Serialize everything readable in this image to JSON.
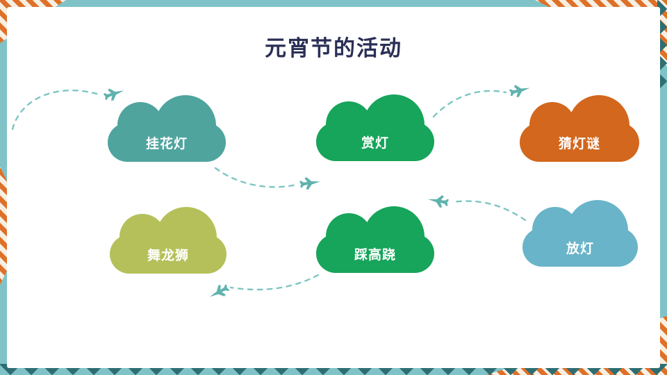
{
  "slide": {
    "title": "元宵节的活动"
  },
  "clouds": [
    {
      "label": "挂花灯",
      "color": "#4FA49E"
    },
    {
      "label": "赏灯",
      "color": "#17A45B"
    },
    {
      "label": "猜灯谜",
      "color": "#D2671D"
    },
    {
      "label": "舞龙狮",
      "color": "#B5C05A"
    },
    {
      "label": "踩高跷",
      "color": "#17A45B"
    },
    {
      "label": "放灯",
      "color": "#69B4C8"
    }
  ],
  "connectors": {
    "color": "#7CC6C1",
    "plane_color": "#5FB2AD",
    "plane_icon": "airplane"
  }
}
